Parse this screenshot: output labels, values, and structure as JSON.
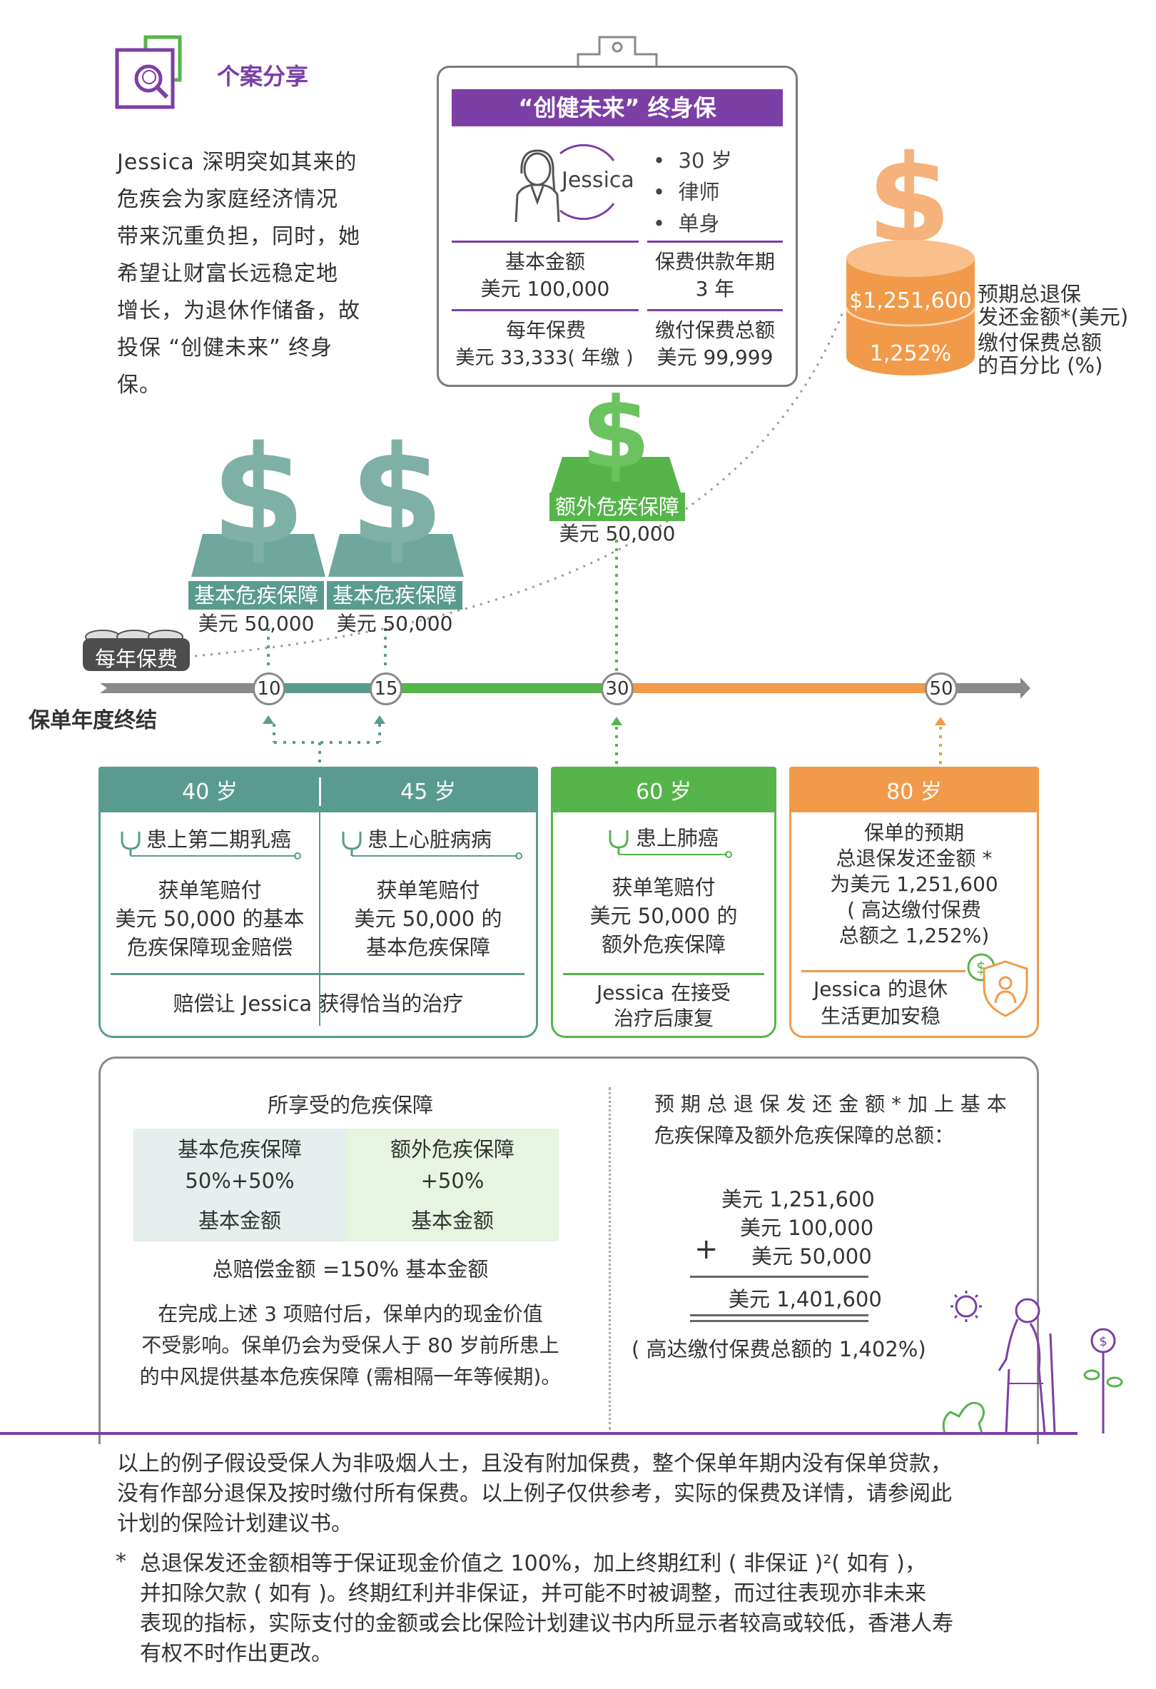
{
  "case": {
    "heading": "个案分享",
    "story": [
      "Jessica 深明突如其来的",
      "危疾会为家庭经济情况",
      "带来沉重负担，同时，她",
      "希望让财富长远稳定地",
      "增长，为退休作储备，故",
      "投保 “创健未来” 终身保。"
    ]
  },
  "policy_card": {
    "title": "“创健未来” 终身保",
    "name": "Jessica",
    "bullets": [
      "30 岁",
      "律师",
      "单身"
    ],
    "sum_label": "基本金额",
    "sum_value": "美元 100,000",
    "term_label": "保费供款年期",
    "term_value": "3 年",
    "premium_label": "每年保费",
    "premium_value": "美元 33,333( 年缴 )",
    "total_label": "缴付保费总额",
    "total_value": "美元 99,999"
  },
  "projection": {
    "amount": "$1,251,600",
    "percent": "1,252%",
    "amount_label": [
      "预期总退保",
      "发还金额*(美元)"
    ],
    "percent_label": [
      "缴付保费总额",
      "的百分比 (%)"
    ]
  },
  "timeline": {
    "annual_premium": "每年保费",
    "axis_label": "保单年度终结",
    "markers": [
      "10",
      "15",
      "30",
      "50"
    ],
    "benefit1_label": "基本危疾保障",
    "benefit1_value": "美元 50,000",
    "benefit2_label": "基本危疾保障",
    "benefit2_value": "美元 50,000",
    "benefit3_label": "额外危疾保障",
    "benefit3_value": "美元 50,000"
  },
  "cards": {
    "age40": "40 岁",
    "age45": "45 岁",
    "cond40": "患上第二期乳癌",
    "cond45": "患上心脏病病",
    "claim40": [
      "获单笔赔付",
      "美元 50,000 的基本",
      "危疾保障现金赔偿"
    ],
    "claim45": [
      "获单笔赔付",
      "美元 50,000 的",
      "基本危疾保障"
    ],
    "footer_teal": "赔偿让 Jessica 获得恰当的治疗",
    "age60": "60 岁",
    "cond60": "患上肺癌",
    "claim60": [
      "获单笔赔付",
      "美元 50,000 的",
      "额外危疾保障"
    ],
    "footer60": [
      "Jessica 在接受",
      "治疗后康复"
    ],
    "age80": "80 岁",
    "claim80": [
      "保单的预期",
      "总退保发还金额 *",
      "为美元 1,251,600",
      "( 高达缴付保费",
      "总额之 1,252%)"
    ],
    "footer80": [
      "Jessica 的退休",
      "生活更加安稳"
    ]
  },
  "summary": {
    "left_title": "所享受的危疾保障",
    "col1_head": "基本危疾保障",
    "col1_pct": "50%+50%",
    "col1_base": "基本金额",
    "col2_head": "额外危疾保障",
    "col2_pct": "+50%",
    "col2_base": "基本金额",
    "total": "总赔偿金额 =150% 基本金额",
    "note": [
      "在完成上述 3 项赔付后，保单内的现金价值",
      "不受影响。保单仍会为受保人于 80 岁前所患上",
      "的中风提供基本危疾保障 (需相隔一年等候期)。"
    ],
    "right_title": [
      "预 期 总 退 保 发 还 金 额 * 加 上 基 本",
      "危疾保障及额外危疾保障的总额："
    ],
    "sum_lines": [
      "美元 1,251,600",
      "美元 100,000",
      "美元 50,000"
    ],
    "plus": "+",
    "sum_result": "美元 1,401,600",
    "sum_note": "( 高达缴付保费总额的 1,402%)"
  },
  "footnotes": {
    "para": [
      "以上的例子假设受保人为非吸烟人士，且没有附加保费，整个保单年期内没有保单贷款，",
      "没有作部分退保及按时缴付所有保费。以上例子仅供参考，实际的保费及详情，请参阅此",
      "计划的保险计划建议书。"
    ],
    "star": "*",
    "star_lines": [
      "总退保发还金额相等于保证现金价值之 100%，加上终期红利 ( 非保证 )²( 如有 )，",
      "并扣除欠款 ( 如有 )。终期红利并非保证，并可能不时被调整，而过往表现亦非未来",
      "表现的指标，实际支付的金额或会比保险计划建议书内所显示者较高或较低，香港人寿",
      "有权不时作出更改。"
    ]
  },
  "colors": {
    "purple": "#7b3fa6",
    "teal": "#5a9b90",
    "green": "#55b54a",
    "orange": "#f19a4a",
    "gray": "#8a8a8a"
  }
}
